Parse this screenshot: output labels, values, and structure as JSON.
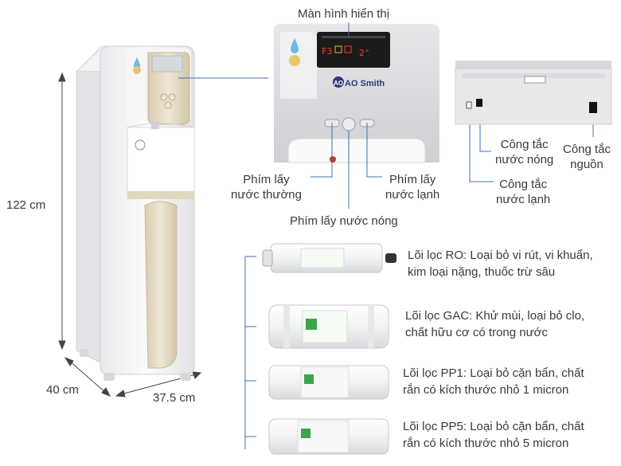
{
  "dimensions": {
    "height": "122 cm",
    "depth": "40 cm",
    "width": "37.5 cm"
  },
  "top_panel": {
    "display_label": "Màn hình hiển thị",
    "brand": "AO Smith",
    "display_readout_left": "F3",
    "display_readout_right": "2°"
  },
  "buttons": {
    "normal_water": "Phím lấy\nnước thường",
    "cold_water": "Phím lấy\nnước lạnh",
    "hot_water": "Phím lấy nước nóng"
  },
  "switches": {
    "hot_switch": "Công tắc\nnước nóng",
    "power_switch": "Công tắc\nnguồn",
    "cold_switch": "Công tắc\nnước lạnh"
  },
  "filters": [
    {
      "name": "RO",
      "desc_line1": "Lõi lọc RO: Loại bỏ vi rút, vi khuẩn,",
      "desc_line2": "kim loại nặng, thuốc trừ sâu"
    },
    {
      "name": "GAC",
      "desc_line1": "Lõi lọc GAC: Khử mùi, loại bỏ clo,",
      "desc_line2": "chất hữu cơ có trong nước"
    },
    {
      "name": "PP1",
      "desc_line1": "Lõi lọc PP1: Loại bỏ cặn bẩn, chất",
      "desc_line2": "rắn có kích thước nhỏ 1 micron"
    },
    {
      "name": "PP5",
      "desc_line1": "Lõi lọc PP5: Loại bỏ cặn bẩn, chất",
      "desc_line2": "rắn có kích thước nhỏ 5 micron"
    }
  ],
  "colors": {
    "display_bg": "#1b1b1b",
    "display_red": "#ff3b3b",
    "accent_gold": "#d9c9a3",
    "line": "#3f6fb5"
  }
}
